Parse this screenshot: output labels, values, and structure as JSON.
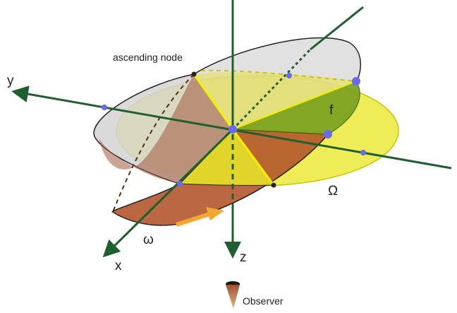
{
  "labels": {
    "y_axis": "y",
    "x_axis": "x",
    "z_axis": "z",
    "ascending_node": "ascending node",
    "true_anomaly": "f",
    "longitude_of_node": "Ω",
    "argument_of_periapsis": "ω",
    "observer": "Observer"
  },
  "colors": {
    "axis": "#1f5f2f",
    "reference_plane": "#e6e02a",
    "orbit_plane_far": "#cfcfcf",
    "orbit_plane_near": "#b9542a",
    "true_anomaly_sector": "#7aa323",
    "node_point": "#6a6aee",
    "arrow": "#f0a830"
  }
}
